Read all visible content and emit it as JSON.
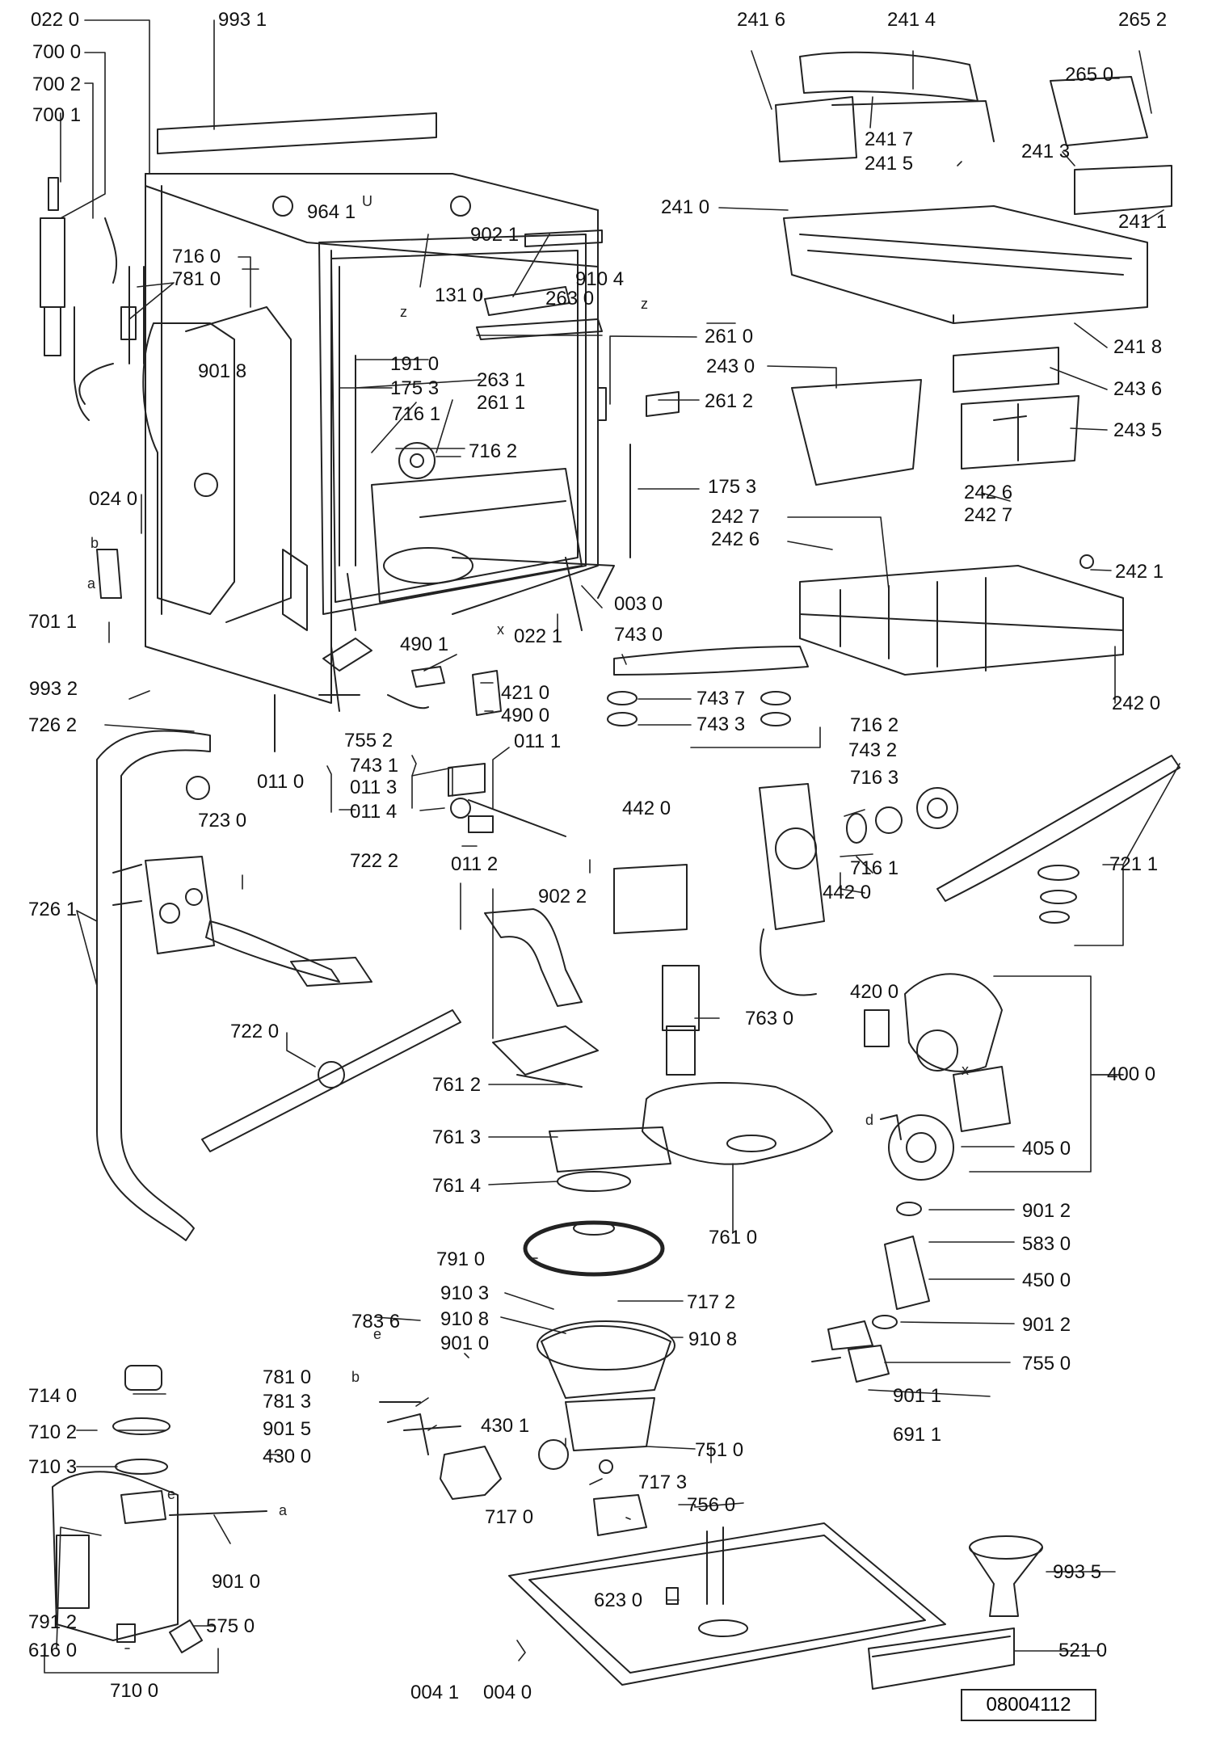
{
  "drawing_code": "08004112",
  "labels": {
    "l0220": "022 0",
    "l9931": "993 1",
    "l7000": "700 0",
    "l7002": "700 2",
    "l7001": "700 1",
    "l9641": "964 1",
    "l9021": "902 1",
    "l9104": "910 4",
    "l7160": "716 0",
    "l7810": "781 0",
    "l1310": "131 0",
    "l2630": "263 0",
    "l2610": "261 0",
    "l9018": "901 8",
    "l1910": "191 0",
    "l2631": "263 1",
    "l1753a": "175 3",
    "l2611": "261 1",
    "l2612": "261 2",
    "l7161a": "716 1",
    "l7162a": "716 2",
    "l1753b": "175 3",
    "l0240": "024 0",
    "l7011": "701 1",
    "l0030": "003 0",
    "l0221": "022 1",
    "l9932": "993 2",
    "l4901": "490 1",
    "l4210": "421 0",
    "l4900": "490 0",
    "l7430": "743 0",
    "l7437": "743 7",
    "l7433": "743 3",
    "l7432": "743 2",
    "l0111": "011 1",
    "l7262": "726 2",
    "l0110": "011 0",
    "l7552": "755 2",
    "l7431": "743 1",
    "l0113": "011 3",
    "l0114": "011 4",
    "l0112": "011 2",
    "l7230": "723 0",
    "l7222": "722 2",
    "l9022": "902 2",
    "l4420a": "442 0",
    "l4420b": "442 0",
    "l7162b": "716 2",
    "l7163": "716 3",
    "l7161b": "716 1",
    "l7211": "721 1",
    "l7261": "726 1",
    "l7220": "722 0",
    "l7630": "763 0",
    "l4200": "420 0",
    "l4000": "400 0",
    "l7612": "761 2",
    "l7613": "761 3",
    "l7614": "761 4",
    "l7610": "761 0",
    "l4050": "405 0",
    "l9012a": "901 2",
    "l5830": "583 0",
    "l4500": "450 0",
    "l9012b": "901 2",
    "l7910": "791 0",
    "l9103": "910 3",
    "l7172": "717 2",
    "l9108a": "910 8",
    "l9108b": "910 8",
    "l7836": "783 6",
    "l9010a": "901 0",
    "l7550": "755 0",
    "l9011": "901 1",
    "l7140": "714 0",
    "l7810b": "781 0",
    "l7813": "781 3",
    "l7102": "710 2",
    "l9015": "901 5",
    "l4301": "430 1",
    "l7510": "751 0",
    "l6911": "691 1",
    "l4300": "430 0",
    "l7173": "717 3",
    "l7103": "710 3",
    "l7560": "756 0",
    "l7170": "717 0",
    "l9010b": "901 0",
    "l9935": "993 5",
    "l7912": "791 2",
    "l5750": "575 0",
    "l6230": "623 0",
    "l6160": "616 0",
    "l5210": "521 0",
    "l7100": "710 0",
    "l0041": "004 1",
    "l0040": "004 0",
    "l2416": "241 6",
    "l2414": "241 4",
    "l2652": "265 2",
    "l2650": "265 0",
    "l2417": "241 7",
    "l2413": "241 3",
    "l2415": "241 5",
    "l2410": "241 0",
    "l2411": "241 1",
    "l2418": "241 8",
    "l2430": "243 0",
    "l2436": "243 6",
    "l2435": "243 5",
    "l2426": "242 6",
    "l2427a": "242 7",
    "l2427b": "242 7",
    "l2426b": "242 6",
    "l2421": "242 1",
    "l2420": "242 0"
  },
  "letters": {
    "z1": "z",
    "z2": "z",
    "x1": "x",
    "x2": "x",
    "b1": "b",
    "a1": "a",
    "e1": "e",
    "b2": "b",
    "e2": "e",
    "a2": "a",
    "d1": "d",
    "u1": "U"
  }
}
